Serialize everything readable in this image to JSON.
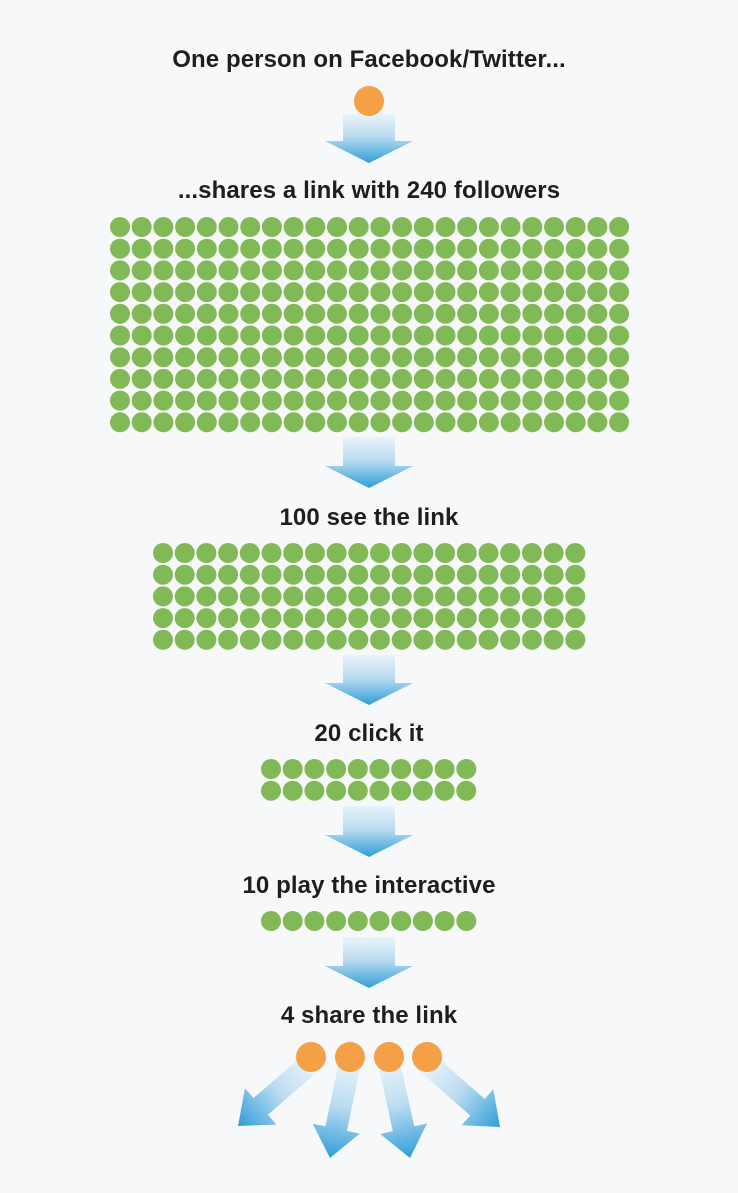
{
  "colors": {
    "person": "#f4a046",
    "follower": "#82b957",
    "arrow_top": "#e9f3fa",
    "arrow_bottom": "#2f9ed8",
    "text": "#1e1e1e"
  },
  "stages": [
    {
      "label": "One person on Facebook/Twitter...",
      "count": 1,
      "kind": "person"
    },
    {
      "label": "...shares a link with 240 followers",
      "count": 240,
      "kind": "follower"
    },
    {
      "label": "100 see the link",
      "count": 100,
      "kind": "follower"
    },
    {
      "label": "20 click it",
      "count": 20,
      "kind": "follower"
    },
    {
      "label": "10 play the interactive",
      "count": 10,
      "kind": "follower"
    },
    {
      "label": "4 share the link",
      "count": 4,
      "kind": "person"
    }
  ]
}
